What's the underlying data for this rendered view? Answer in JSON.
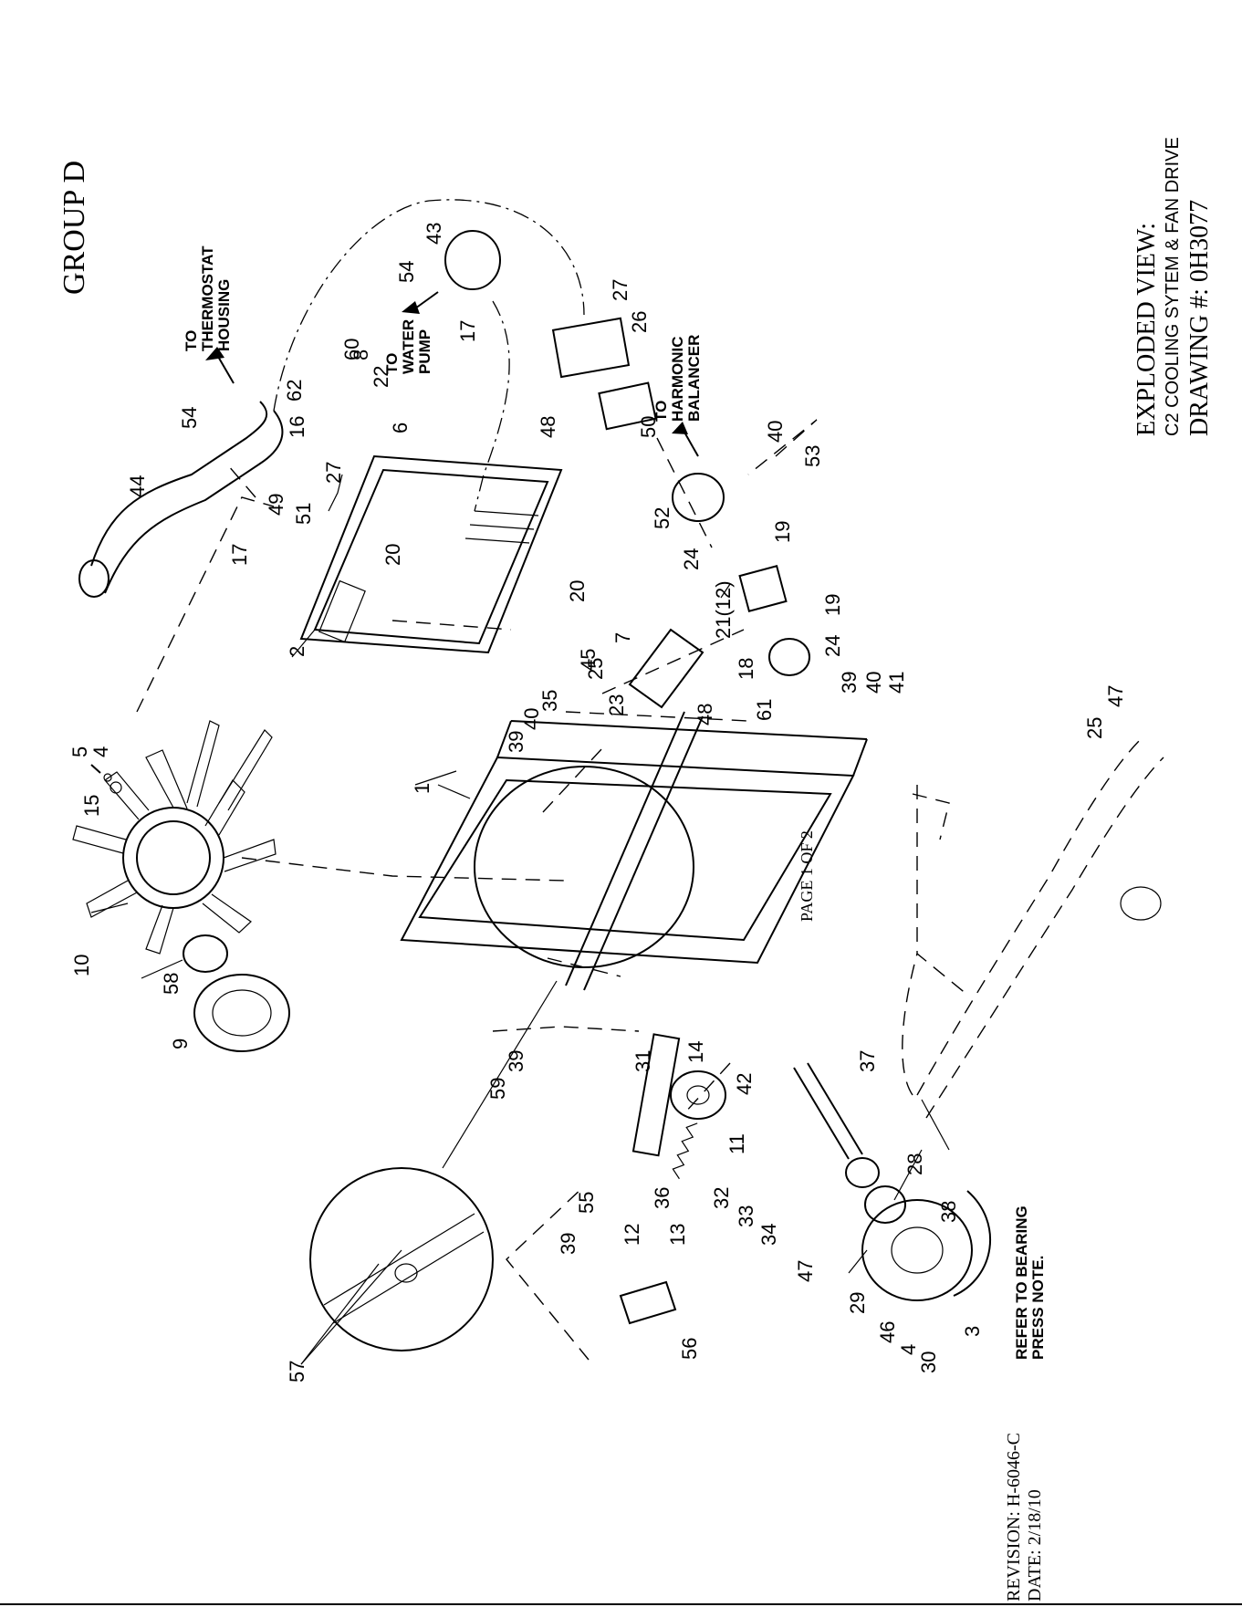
{
  "header": {
    "group": "GROUP D"
  },
  "title_block": {
    "line1": "EXPLODED VIEW:",
    "line2": "C2 COOLING SYTEM & FAN DRIVE",
    "line3": "DRAWING #: 0H3077"
  },
  "footer": {
    "page": "PAGE 1 OF 2",
    "revision": "REVISION: H-6046-C",
    "date": "DATE: 2/18/10"
  },
  "notes": {
    "thermostat": [
      "TO",
      "THERMOSTAT",
      "HOUSING"
    ],
    "water_pump": [
      "TO",
      "WATER",
      "PUMP"
    ],
    "harmonic": [
      "TO",
      "HARMONIC",
      "BALANCER"
    ],
    "bearing": [
      "REFER TO BEARING",
      "PRESS NOTE."
    ]
  },
  "callouts": [
    {
      "id": "c1",
      "label": "1"
    },
    {
      "id": "c2",
      "label": "2"
    },
    {
      "id": "c3",
      "label": "3"
    },
    {
      "id": "c4a",
      "label": "4"
    },
    {
      "id": "c4b",
      "label": "4"
    },
    {
      "id": "c5",
      "label": "5"
    },
    {
      "id": "c6",
      "label": "6"
    },
    {
      "id": "c7",
      "label": "7"
    },
    {
      "id": "c8",
      "label": "8"
    },
    {
      "id": "c9",
      "label": "9"
    },
    {
      "id": "c10",
      "label": "10"
    },
    {
      "id": "c11",
      "label": "11"
    },
    {
      "id": "c12",
      "label": "12"
    },
    {
      "id": "c13",
      "label": "13"
    },
    {
      "id": "c14",
      "label": "14"
    },
    {
      "id": "c15",
      "label": "15"
    },
    {
      "id": "c16",
      "label": "16"
    },
    {
      "id": "c17a",
      "label": "17"
    },
    {
      "id": "c17b",
      "label": "17"
    },
    {
      "id": "c18",
      "label": "18"
    },
    {
      "id": "c19a",
      "label": "19"
    },
    {
      "id": "c19b",
      "label": "19"
    },
    {
      "id": "c20a",
      "label": "20"
    },
    {
      "id": "c20b",
      "label": "20"
    },
    {
      "id": "c21",
      "label": "21(12)"
    },
    {
      "id": "c22",
      "label": "22"
    },
    {
      "id": "c23",
      "label": "23"
    },
    {
      "id": "c24a",
      "label": "24"
    },
    {
      "id": "c24b",
      "label": "24"
    },
    {
      "id": "c25a",
      "label": "25"
    },
    {
      "id": "c25b",
      "label": "25"
    },
    {
      "id": "c26",
      "label": "26"
    },
    {
      "id": "c27a",
      "label": "27"
    },
    {
      "id": "c27b",
      "label": "27"
    },
    {
      "id": "c28",
      "label": "28"
    },
    {
      "id": "c29",
      "label": "29"
    },
    {
      "id": "c30",
      "label": "30"
    },
    {
      "id": "c31",
      "label": "31"
    },
    {
      "id": "c32",
      "label": "32"
    },
    {
      "id": "c33",
      "label": "33"
    },
    {
      "id": "c34",
      "label": "34"
    },
    {
      "id": "c35",
      "label": "35"
    },
    {
      "id": "c36",
      "label": "36"
    },
    {
      "id": "c37",
      "label": "37"
    },
    {
      "id": "c38",
      "label": "38"
    },
    {
      "id": "c39a",
      "label": "39"
    },
    {
      "id": "c39b",
      "label": "39"
    },
    {
      "id": "c39c",
      "label": "39"
    },
    {
      "id": "c39d",
      "label": "39"
    },
    {
      "id": "c40a",
      "label": "40"
    },
    {
      "id": "c40b",
      "label": "40"
    },
    {
      "id": "c40c",
      "label": "40"
    },
    {
      "id": "c41",
      "label": "41"
    },
    {
      "id": "c42",
      "label": "42"
    },
    {
      "id": "c43",
      "label": "43"
    },
    {
      "id": "c44",
      "label": "44"
    },
    {
      "id": "c45",
      "label": "45"
    },
    {
      "id": "c46",
      "label": "46"
    },
    {
      "id": "c47a",
      "label": "47"
    },
    {
      "id": "c47b",
      "label": "47"
    },
    {
      "id": "c48a",
      "label": "48"
    },
    {
      "id": "c48b",
      "label": "48"
    },
    {
      "id": "c49",
      "label": "49"
    },
    {
      "id": "c50",
      "label": "50"
    },
    {
      "id": "c51",
      "label": "51"
    },
    {
      "id": "c52",
      "label": "52"
    },
    {
      "id": "c53",
      "label": "53"
    },
    {
      "id": "c54a",
      "label": "54"
    },
    {
      "id": "c54b",
      "label": "54"
    },
    {
      "id": "c55",
      "label": "55"
    },
    {
      "id": "c56",
      "label": "56"
    },
    {
      "id": "c57",
      "label": "57"
    },
    {
      "id": "c58",
      "label": "58"
    },
    {
      "id": "c59",
      "label": "59"
    },
    {
      "id": "c60",
      "label": "60"
    },
    {
      "id": "c61",
      "label": "61"
    },
    {
      "id": "c62",
      "label": "62"
    }
  ]
}
